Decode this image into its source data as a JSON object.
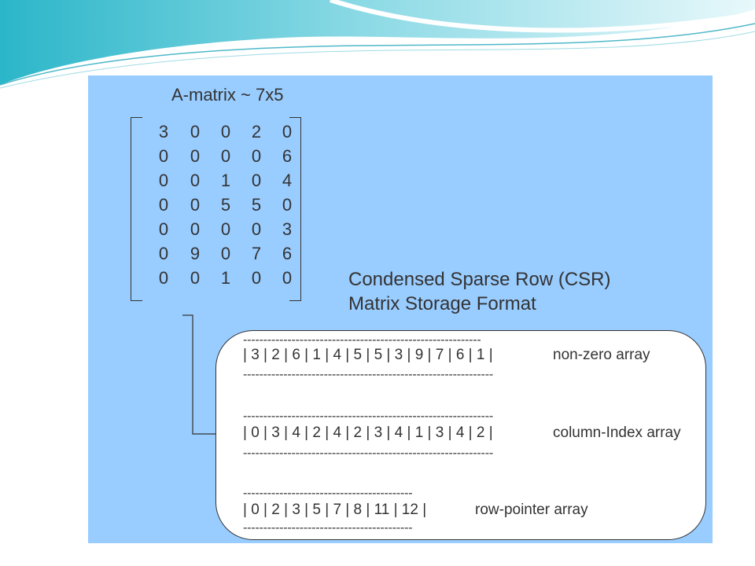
{
  "matrix": {
    "title": "A-matrix ~ 7x5",
    "rows": [
      [
        "3",
        "0",
        "0",
        "2",
        "0"
      ],
      [
        "0",
        "0",
        "0",
        "0",
        "6"
      ],
      [
        "0",
        "0",
        "1",
        "0",
        "4"
      ],
      [
        "0",
        "0",
        "5",
        "5",
        "0"
      ],
      [
        "0",
        "0",
        "0",
        "0",
        "3"
      ],
      [
        "0",
        "9",
        "0",
        "7",
        "6"
      ],
      [
        "0",
        "0",
        "1",
        "0",
        "0"
      ]
    ]
  },
  "csr": {
    "title_line1": "Condensed Sparse Row (CSR)",
    "title_line2": "Matrix Storage Format"
  },
  "arrays": {
    "nonzero": {
      "text": "| 3 | 2 | 6 | 1 | 4 | 5 | 5 | 3 | 9 | 7 | 6 | 1 |",
      "label": "non-zero array"
    },
    "column_index": {
      "text": "| 0 | 3 | 4 | 2 | 4 | 2 | 3 | 4 | 1 | 3 | 4 | 2 |",
      "label": "column-Index array"
    },
    "row_pointer": {
      "text": "| 0 | 2 | 3 | 5 | 7 | 8 | 11 | 12 |",
      "label": "row-pointer array"
    }
  },
  "colors": {
    "panel": "#99ccff",
    "box": "#ffffff",
    "text": "#333333",
    "swoosh": "#7ecfe0"
  }
}
